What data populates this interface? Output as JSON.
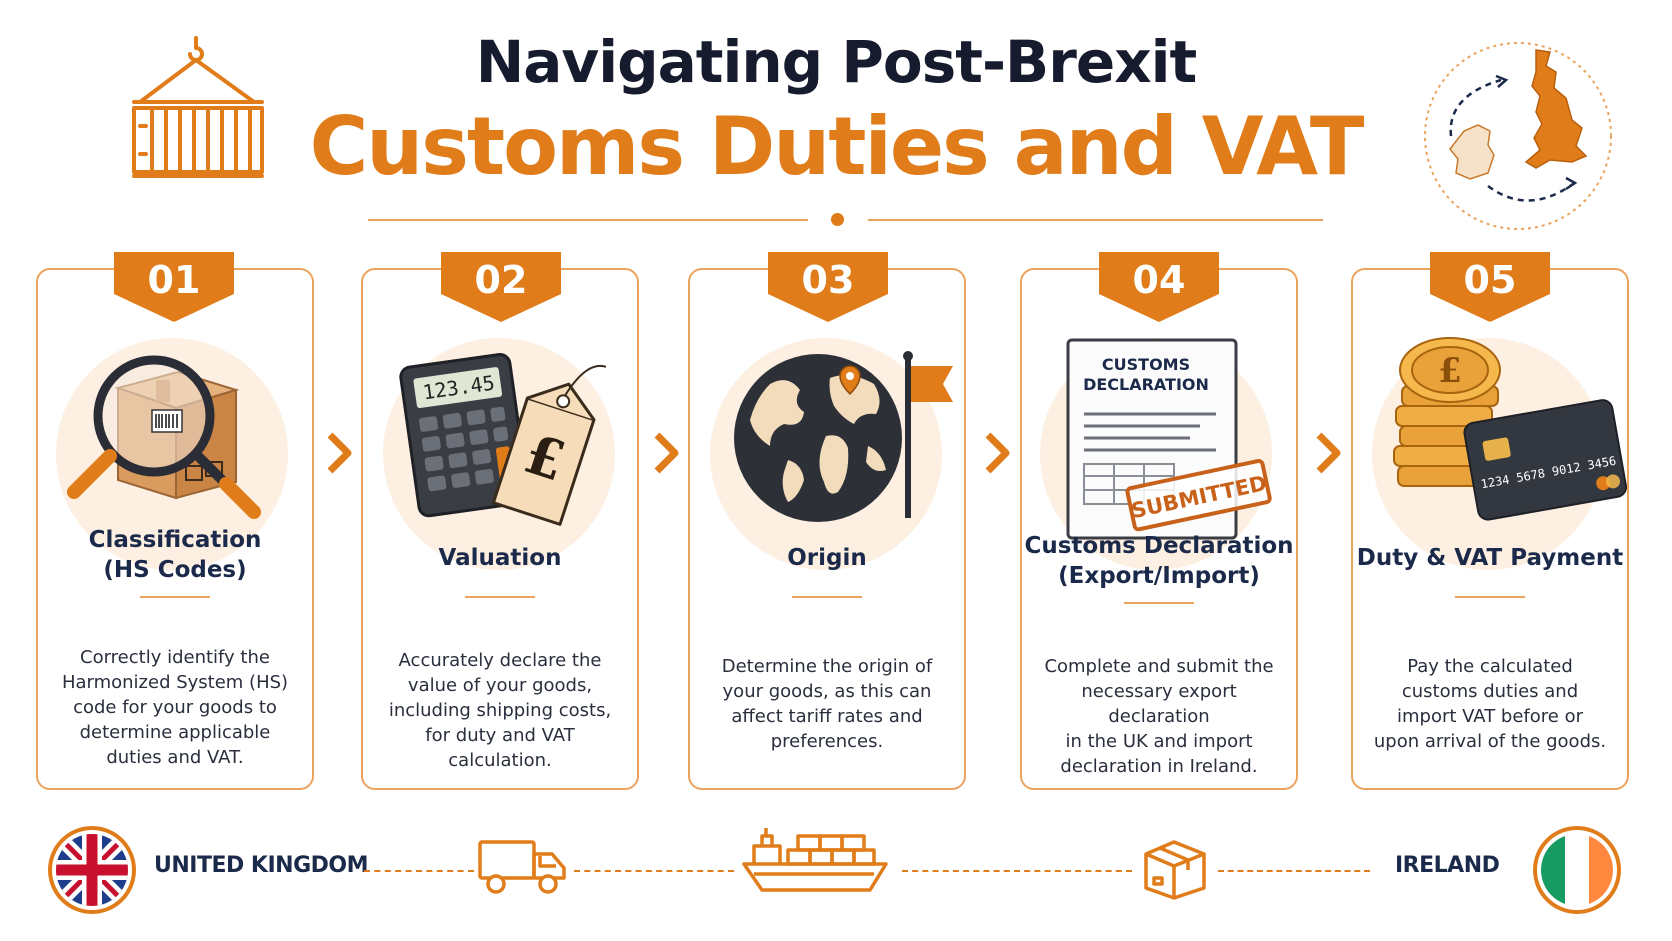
{
  "header": {
    "title_line1": "Navigating Post-Brexit",
    "title_line2": "Customs Duties and VAT"
  },
  "colors": {
    "accent": "#e07d1a",
    "navy": "#1b2a4a",
    "soft": "#fdf0e2"
  },
  "steps": [
    {
      "number": "01",
      "title_l1": "Classification",
      "title_l2": "(HS Codes)",
      "icon": "magnifier-box-icon",
      "desc": [
        "Correctly identify the",
        "Harmonized System (HS)",
        "code for your goods to",
        "determine applicable",
        "duties and VAT."
      ]
    },
    {
      "number": "02",
      "title_l1": "Valuation",
      "icon": "calculator-price-tag-icon",
      "calculator_display": "123.45",
      "tag_symbol": "£",
      "desc": [
        "Accurately declare the",
        "value of your goods,",
        "including shipping costs,",
        "for duty and VAT",
        "calculation."
      ]
    },
    {
      "number": "03",
      "title_l1": "Origin",
      "icon": "globe-flag-icon",
      "desc": [
        "Determine the origin of",
        "your goods, as this can",
        "affect tariff rates and",
        "preferences."
      ]
    },
    {
      "number": "04",
      "title_l1": "Customs Declaration",
      "title_l2": "(Export/Import)",
      "icon": "customs-document-icon",
      "doc_title_l1": "CUSTOMS",
      "doc_title_l2": "DECLARATION",
      "stamp": "SUBMITTED",
      "desc": [
        "Complete and submit the",
        "necessary export declaration",
        "in the UK and import",
        "declaration in Ireland."
      ]
    },
    {
      "number": "05",
      "title_l1": "Duty & VAT Payment",
      "icon": "coins-card-icon",
      "coin_symbol": "£",
      "card_number": "1234 5678 9012 3456",
      "desc": [
        "Pay the calculated",
        "customs duties and",
        "import VAT before or",
        "upon arrival of the goods."
      ]
    }
  ],
  "footer": {
    "origin_label": "UNITED KINGDOM",
    "destination_label": "IRELAND"
  }
}
